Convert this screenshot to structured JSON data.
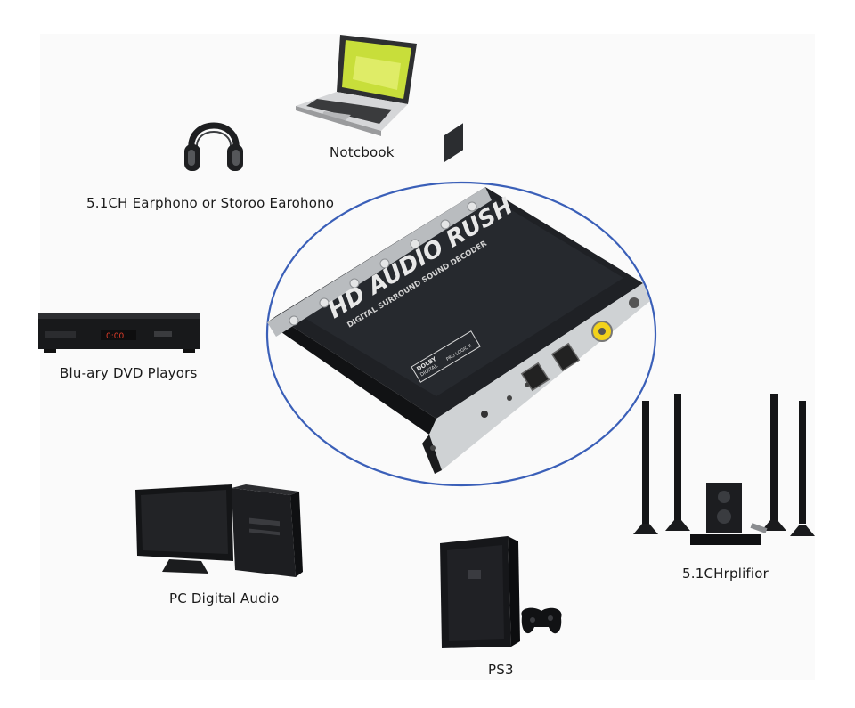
{
  "devices": {
    "notebook": {
      "label": "Notcbook"
    },
    "earphone": {
      "label": "5.1CH Earphono or Storoo Earohono"
    },
    "bluray": {
      "label": "Blu-ary DVD Playors"
    },
    "pc": {
      "label": "PC Digital Audio"
    },
    "ps3": {
      "label": "PS3"
    },
    "amplifier": {
      "label": "5.1CHrplifior"
    }
  },
  "decoder": {
    "brand": "HD AUDIO RUSH",
    "subtitle": "DIGITAL SURROUND SOUND DECODER",
    "badge_line1": "DOLBY",
    "badge_line2": "DIGITAL",
    "badge_line3": "PRO LOGIC II"
  },
  "bluray_panel": {
    "display": "0:00"
  },
  "colors": {
    "ellipse": "#3a5fb8",
    "device_body": "#1d1f22",
    "panel": "#cfd2d4",
    "rca_yellow": "#f2d21b"
  }
}
